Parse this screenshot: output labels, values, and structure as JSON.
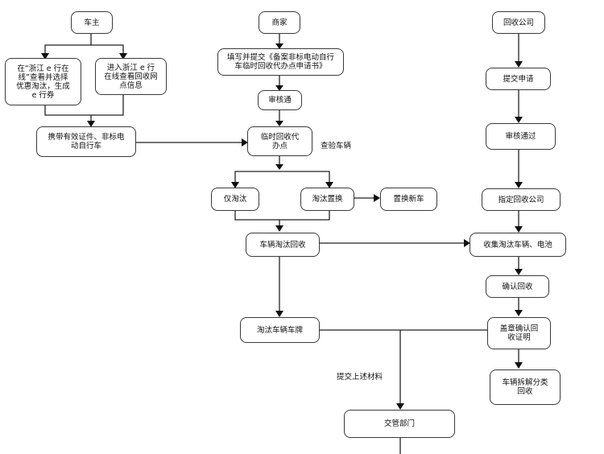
{
  "nodes": {
    "owner": "车主",
    "owner_coupon": "在“浙江 e 行在线”查看并选择优惠淘汰，生成 e 行券",
    "owner_info": "进入浙江 e 行在线查看回收网点信息",
    "owner_bring": "携带有效证件、非标电动自行车",
    "merchant": "商家",
    "merchant_apply": "填写并提交《备案非标电动自行车临时回收代办点申请书》",
    "merchant_review": "审核通",
    "temp_point": "临时回收代办点",
    "only_eliminate": "仅淘汰",
    "eliminate_replace": "淘汰置换",
    "replace_new": "置换新车",
    "vehicle_recycle": "车辆淘汰回收",
    "plate": "淘汰车辆车牌",
    "traffic": "交管部门",
    "company": "回收公司",
    "company_apply": "提交申请",
    "company_review": "审核通过",
    "assign_company": "指定回收公司",
    "collect": "收集淘汰车辆、电池",
    "confirm": "确认回收",
    "stamp": "盖章确认回收证明",
    "dismantle": "车辆拆解分类回收"
  },
  "labels": {
    "inspect": "查验车辆",
    "submit_materials": "提交上述材料"
  }
}
